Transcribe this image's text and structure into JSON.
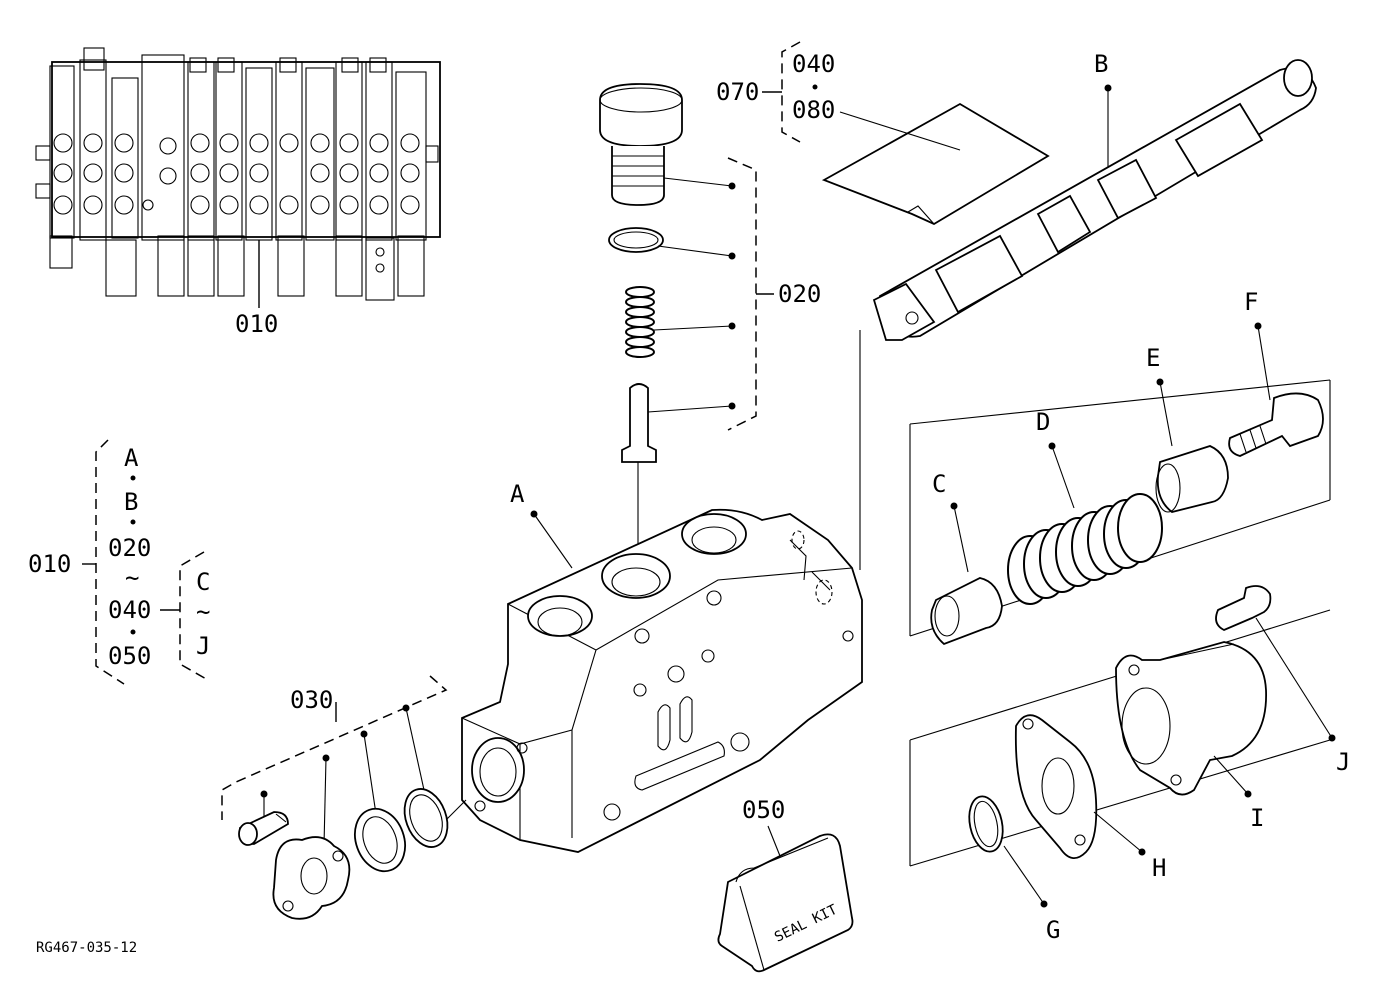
{
  "diagram": {
    "reference": "RG467-035-12",
    "seal_kit_text": "SEAL KIT",
    "assembly": {
      "label": "010",
      "items": [
        "A",
        "B",
        "020",
        "~",
        "040",
        "050"
      ],
      "subgroup_items": [
        "C",
        "~",
        "J"
      ]
    },
    "assembly_thumbnail_label": "010",
    "kit_020": "020",
    "kit_030": "030",
    "kit_050": "050",
    "kit_070": {
      "label": "070",
      "items": [
        "040",
        "080"
      ]
    },
    "parts": {
      "A": "A",
      "B": "B",
      "C": "C",
      "D": "D",
      "E": "E",
      "F": "F",
      "G": "G",
      "H": "H",
      "I": "I",
      "J": "J"
    }
  }
}
